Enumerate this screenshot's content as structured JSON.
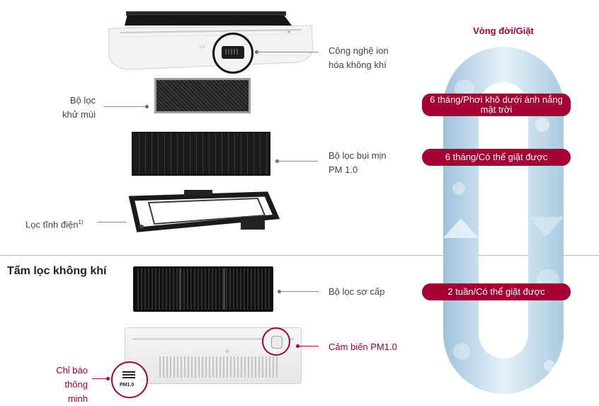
{
  "labels": {
    "ionizer": [
      "Công nghệ ion",
      "hóa không khí"
    ],
    "deodorizing": [
      "Bộ lọc",
      "khử mùi"
    ],
    "pm_filter": [
      "Bộ lọc bụi mịn",
      "PM 1.0"
    ],
    "electrostatic": "Lọc tĩnh điện",
    "electrostatic_note": "1)",
    "primary_filter": "Bộ lọc sơ cấp",
    "pm_sensor": "Cảm biến PM1.0",
    "smart_indicator": [
      "Chỉ báo",
      "thông minh"
    ]
  },
  "section_title": "Tấm lọc không khí",
  "cycle": {
    "title": "Vòng đời/Giặt",
    "items": [
      "6 tháng/Phơi khô dưới ánh nắng mặt trời",
      "6 tháng/Có thể giặt được",
      "2 tuần/Có thể giặt được"
    ]
  },
  "indicator_text": "PM1.0",
  "colors": {
    "accent": "#a50034",
    "water": "#b9d6ea"
  }
}
